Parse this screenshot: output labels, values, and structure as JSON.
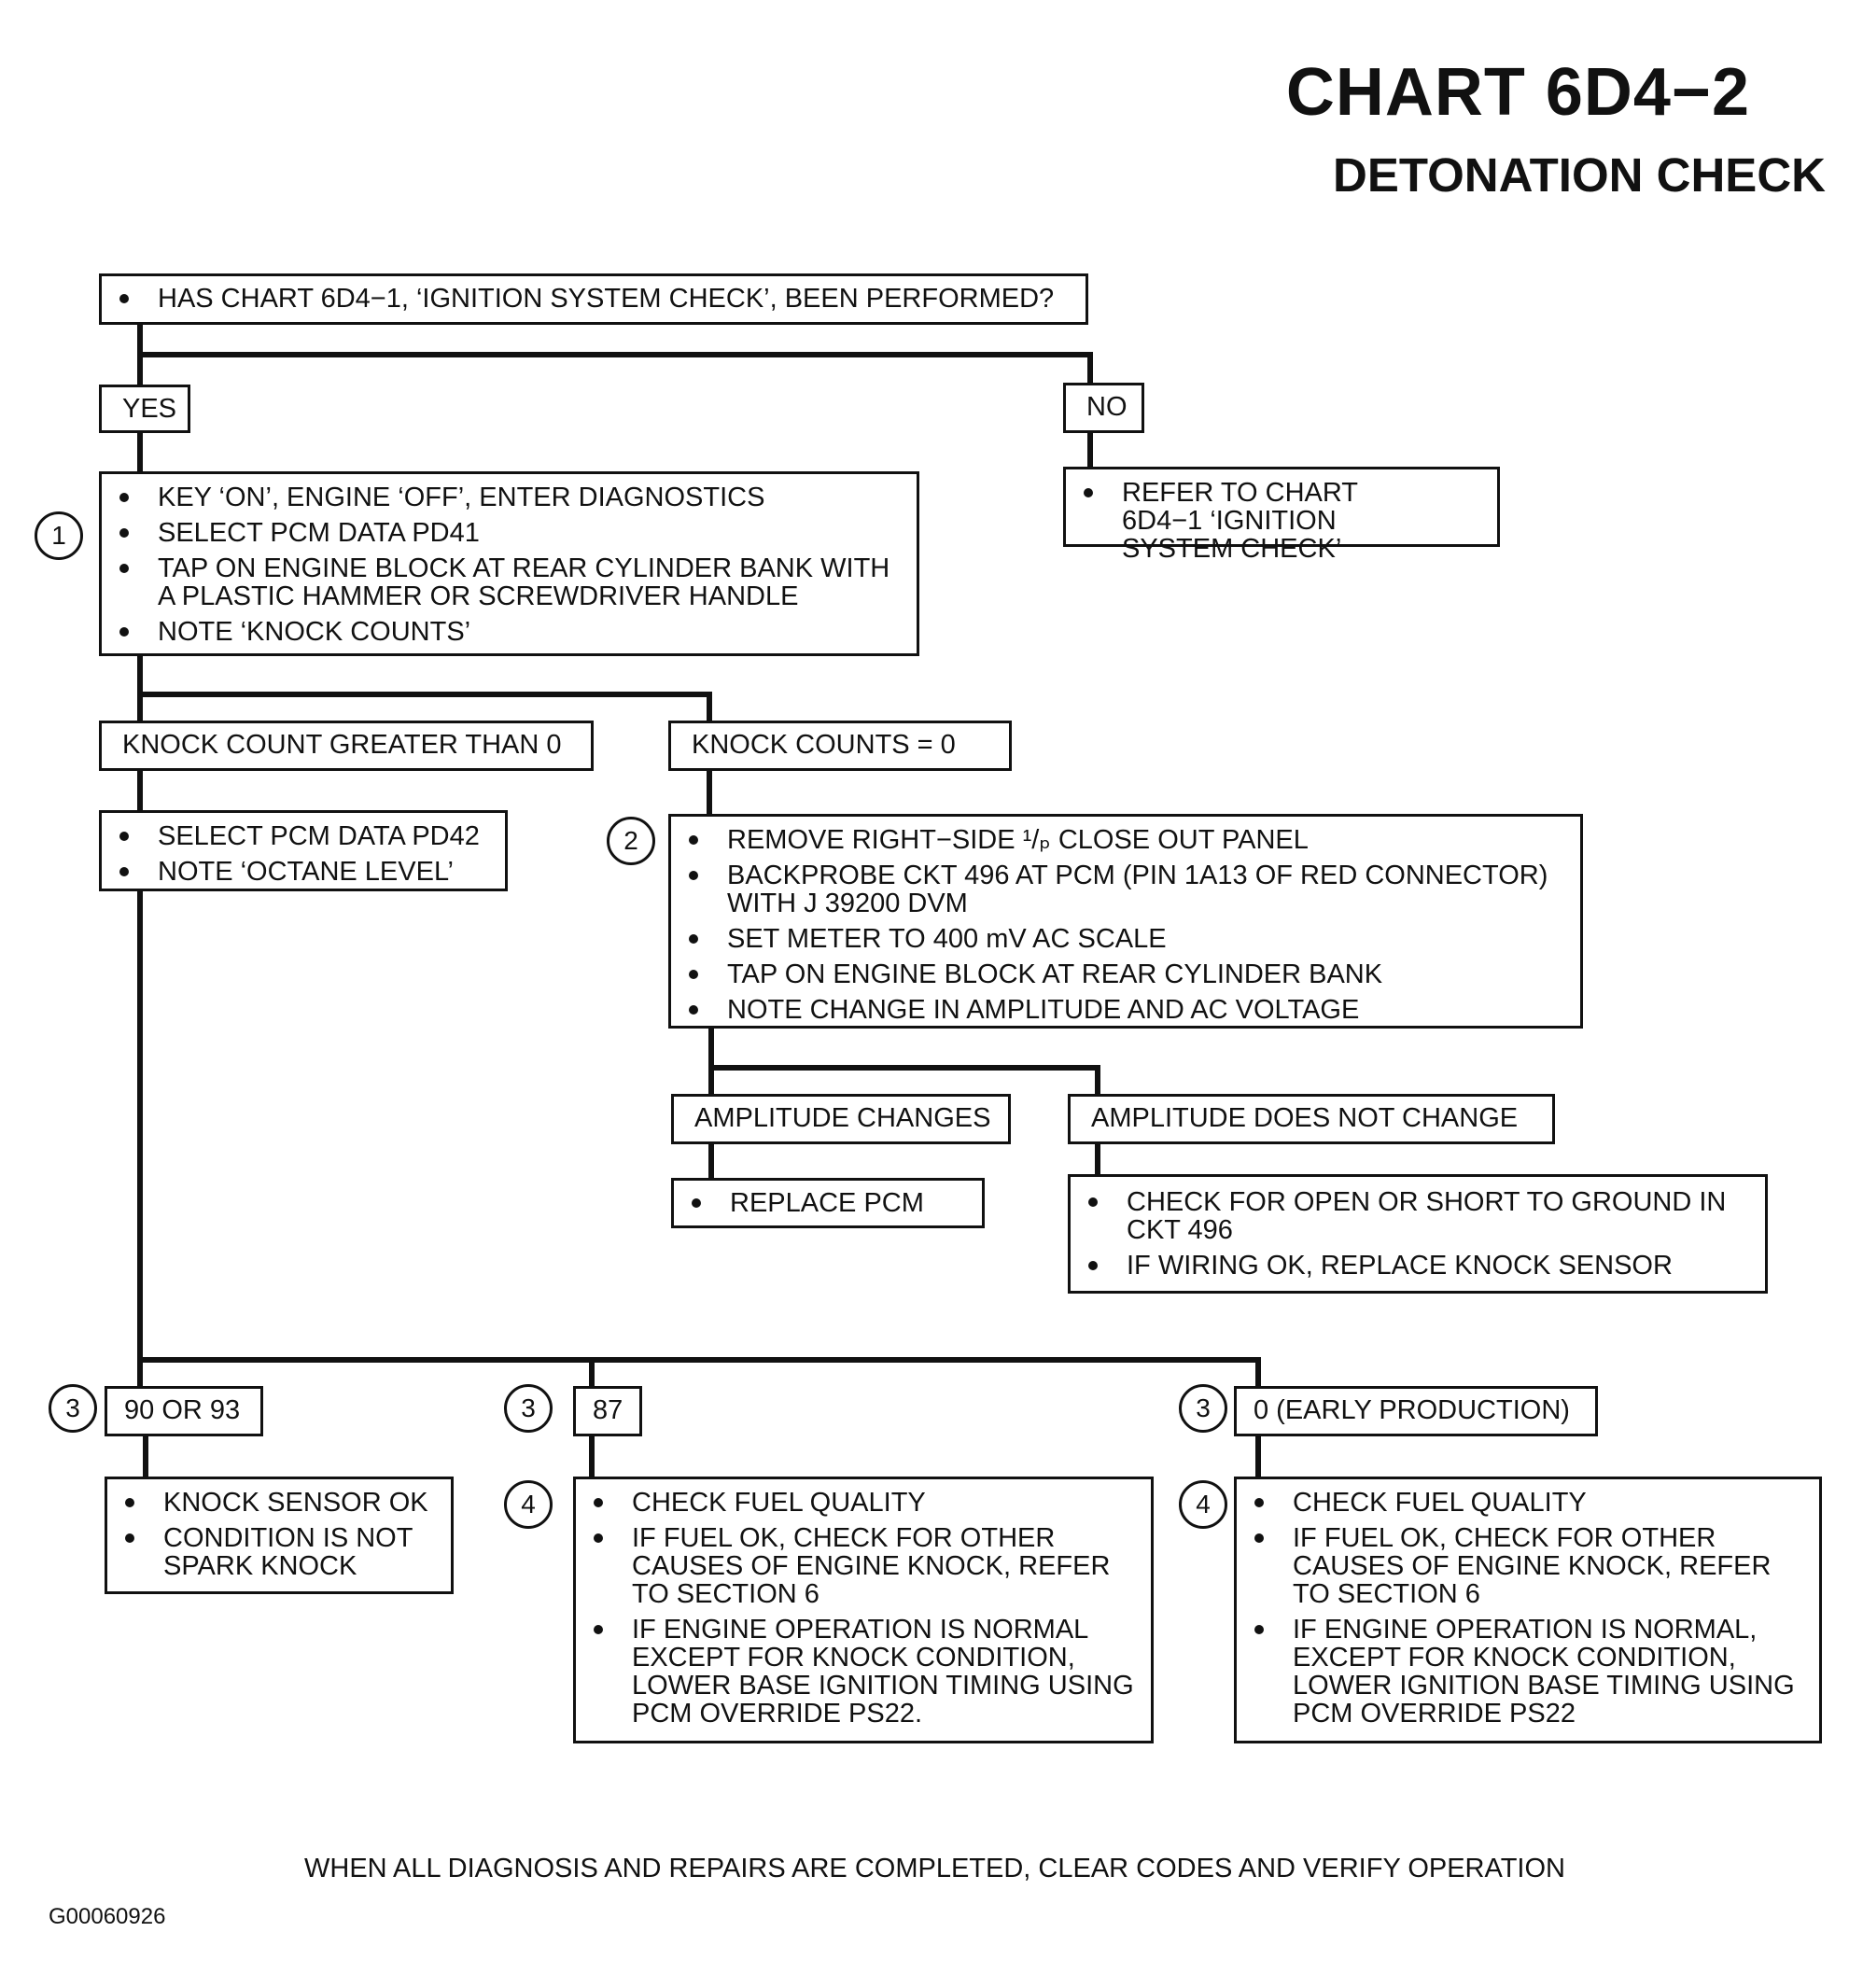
{
  "header": {
    "title": "CHART 6D4−2",
    "subtitle": "DETONATION CHECK"
  },
  "start_question": "HAS CHART 6D4−1, ‘IGNITION SYSTEM CHECK’, BEEN PERFORMED?",
  "branch_yes": "YES",
  "branch_no": "NO",
  "no_action": [
    "REFER TO CHART 6D4−1 ‘IGNITION SYSTEM CHECK’"
  ],
  "step1": {
    "number": "1",
    "items": [
      "KEY ‘ON’, ENGINE ‘OFF’, ENTER DIAGNOSTICS",
      "SELECT PCM DATA PD41",
      "TAP ON ENGINE BLOCK AT REAR CYLINDER BANK WITH A PLASTIC HAMMER OR SCREWDRIVER HANDLE",
      "NOTE ‘KNOCK COUNTS’"
    ]
  },
  "knock_greater": "KNOCK COUNT GREATER THAN 0",
  "knock_zero": "KNOCK COUNTS = 0",
  "pd42_items": [
    "SELECT PCM DATA PD42",
    "NOTE ‘OCTANE LEVEL’"
  ],
  "step2": {
    "number": "2",
    "items": [
      "REMOVE RIGHT−SIDE ¹/ₚ CLOSE OUT PANEL",
      "BACKPROBE CKT 496 AT PCM (PIN 1A13 OF RED CONNECTOR) WITH J  39200 DVM",
      "SET  METER TO 400 mV AC SCALE",
      "TAP ON ENGINE BLOCK AT REAR CYLINDER BANK",
      "NOTE CHANGE IN AMPLITUDE AND AC VOLTAGE"
    ]
  },
  "amp_changes": "AMPLITUDE CHANGES",
  "amp_no_change": "AMPLITUDE DOES NOT CHANGE",
  "replace_pcm": [
    "REPLACE  PCM"
  ],
  "check_open": [
    "CHECK FOR OPEN OR SHORT TO GROUND IN CKT 496",
    "IF WIRING OK, REPLACE KNOCK SENSOR"
  ],
  "octane": {
    "step_number": "3",
    "result_step_number": "4",
    "a": {
      "label": "90 OR 93",
      "items": [
        "KNOCK SENSOR OK",
        "CONDITION IS NOT SPARK KNOCK"
      ]
    },
    "b": {
      "label": "87",
      "items": [
        "CHECK FUEL QUALITY",
        "IF FUEL OK, CHECK FOR OTHER CAUSES OF ENGINE KNOCK, REFER TO SECTION 6",
        "IF ENGINE OPERATION IS NORMAL EXCEPT FOR KNOCK CONDITION, LOWER BASE IGNITION TIMING USING PCM OVERRIDE PS22."
      ]
    },
    "c": {
      "label": "0 (EARLY PRODUCTION)",
      "items": [
        "CHECK FUEL QUALITY",
        "IF FUEL OK, CHECK FOR OTHER CAUSES OF ENGINE KNOCK, REFER TO SECTION 6",
        "IF ENGINE OPERATION IS NORMAL, EXCEPT FOR KNOCK CONDITION, LOWER IGNITION BASE TIMING USING PCM OVERRIDE PS22"
      ]
    }
  },
  "footer_note": "WHEN ALL DIAGNOSIS AND REPAIRS ARE COMPLETED, CLEAR CODES AND VERIFY OPERATION",
  "figure_id": "G00060926",
  "colors": {
    "ink": "#111111",
    "paper": "#ffffff"
  }
}
